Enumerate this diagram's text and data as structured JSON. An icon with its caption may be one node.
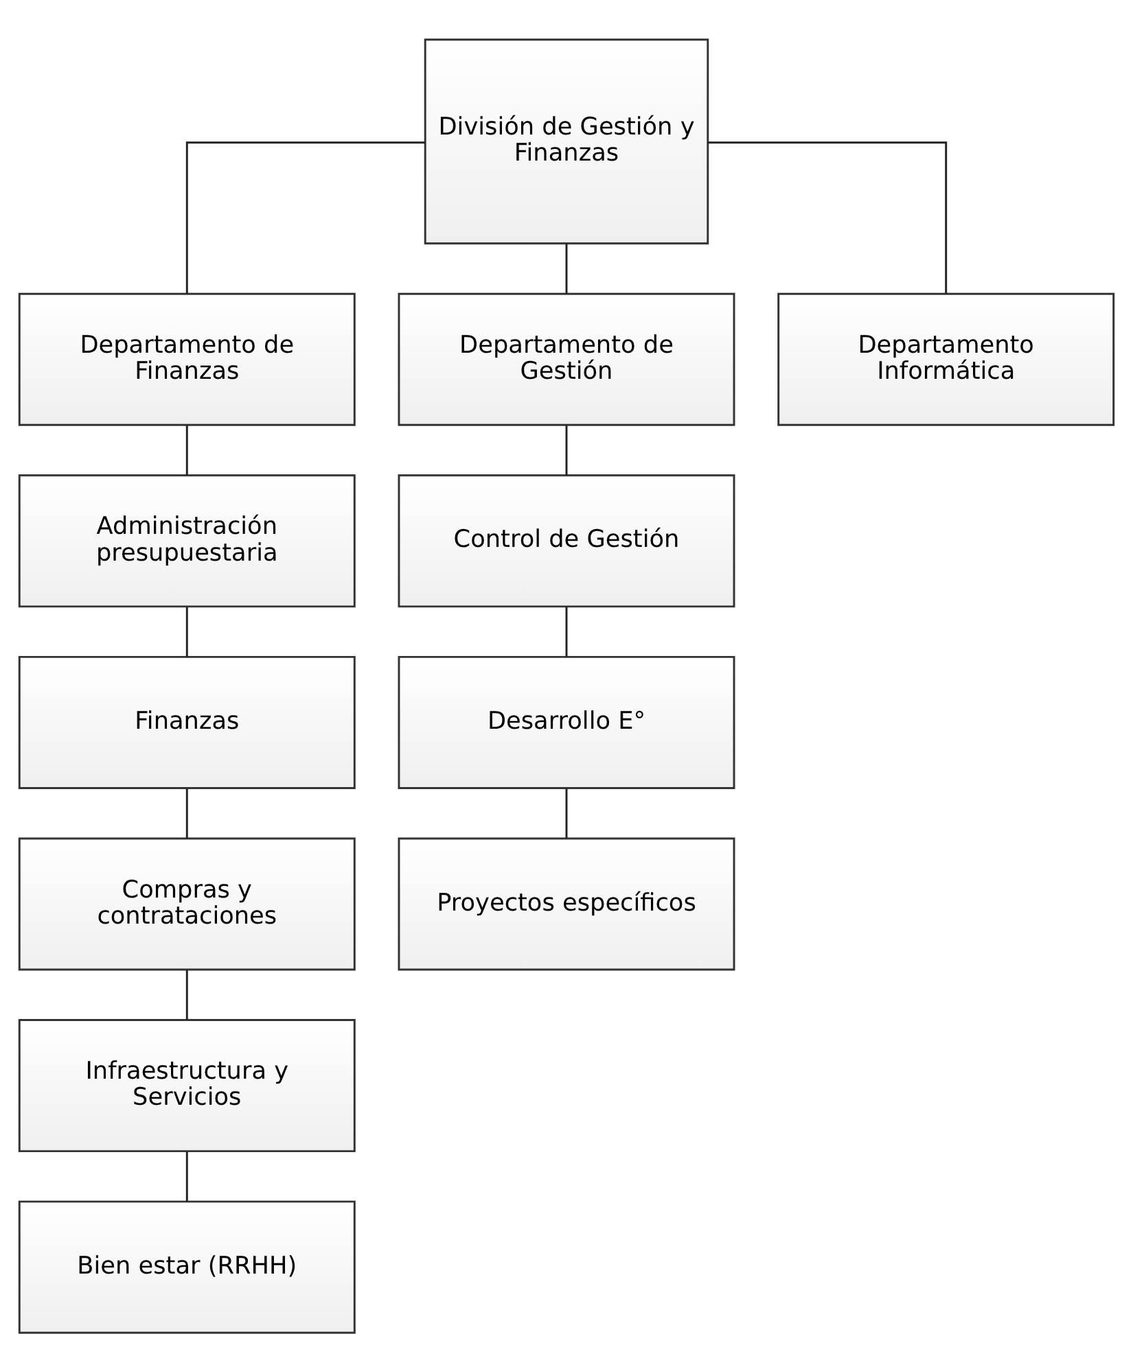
{
  "diagram": {
    "nodes": [
      {
        "text": [
          "División de Gestión y Finanzas"
        ]
      },
      {
        "text": [
          "Departamento de Finanzas"
        ]
      },
      {
        "text": [
          "Departamento de Gestión"
        ]
      },
      {
        "text": [
          "Departamento Informática"
        ]
      },
      {
        "text": [
          "Administración presupuestaria"
        ]
      },
      {
        "text": [
          "Finanzas"
        ]
      },
      {
        "text": [
          "Compras y contrataciones"
        ]
      },
      {
        "text": [
          "Infraestructura y Servicios"
        ]
      },
      {
        "text": [
          "Bien estar (RRHH)"
        ]
      },
      {
        "text": [
          "Control de Gestión"
        ]
      },
      {
        "text": [
          "Desarrollo E°"
        ]
      },
      {
        "text": [
          "Proyectos específicos"
        ]
      }
    ],
    "edges": [
      {
        "from": 0,
        "to": 1,
        "arrow": "none"
      },
      {
        "from": 0,
        "to": 2,
        "arrow": "none"
      },
      {
        "from": 0,
        "to": 3,
        "arrow": "none"
      },
      {
        "from": 1,
        "to": 4,
        "arrow": "none"
      },
      {
        "from": 4,
        "to": 5,
        "arrow": "none"
      },
      {
        "from": 5,
        "to": 6,
        "arrow": "none"
      },
      {
        "from": 6,
        "to": 7,
        "arrow": "none"
      },
      {
        "from": 7,
        "to": 8,
        "arrow": "none"
      },
      {
        "from": 2,
        "to": 9,
        "arrow": "none"
      },
      {
        "from": 9,
        "to": 10,
        "arrow": "none"
      },
      {
        "from": 10,
        "to": 11,
        "arrow": "none"
      }
    ]
  }
}
